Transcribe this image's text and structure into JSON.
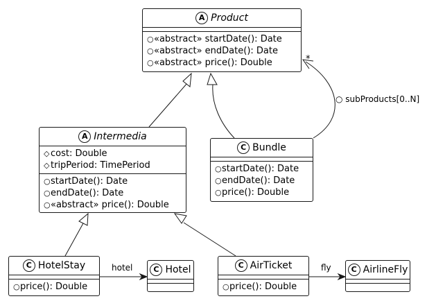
{
  "diagram": {
    "classes": {
      "product": {
        "stereotype_letter": "A",
        "name": "Product",
        "fields": [],
        "methods": [
          {
            "vis": "○",
            "text": "«abstract» startDate(): Date"
          },
          {
            "vis": "○",
            "text": "«abstract» endDate(): Date"
          },
          {
            "vis": "○",
            "text": "«abstract» price(): Double"
          }
        ]
      },
      "intermedia": {
        "stereotype_letter": "A",
        "name": "Intermedia",
        "fields": [
          {
            "vis": "◇",
            "text": "cost: Double"
          },
          {
            "vis": "◇",
            "text": "tripPeriod: TimePeriod"
          }
        ],
        "methods": [
          {
            "vis": "○",
            "text": "startDate(): Date"
          },
          {
            "vis": "○",
            "text": "endDate(): Date"
          },
          {
            "vis": "○",
            "text": "«abstract» price(): Double"
          }
        ]
      },
      "bundle": {
        "stereotype_letter": "C",
        "name": "Bundle",
        "fields": [],
        "methods": [
          {
            "vis": "○",
            "text": "startDate(): Date"
          },
          {
            "vis": "○",
            "text": "endDate(): Date"
          },
          {
            "vis": "○",
            "text": "price(): Double"
          }
        ]
      },
      "hotelstay": {
        "stereotype_letter": "C",
        "name": "HotelStay",
        "fields": [],
        "methods": [
          {
            "vis": "○",
            "text": "price(): Double"
          }
        ]
      },
      "hotel": {
        "stereotype_letter": "C",
        "name": "Hotel",
        "fields": [],
        "methods": []
      },
      "airticket": {
        "stereotype_letter": "C",
        "name": "AirTicket",
        "fields": [],
        "methods": [
          {
            "vis": "○",
            "text": "price(): Double"
          }
        ]
      },
      "airlinefly": {
        "stereotype_letter": "C",
        "name": "AirlineFly",
        "fields": [],
        "methods": []
      }
    },
    "relations": {
      "subproducts_label": "○ subProducts[0..N]",
      "subproducts_multiplicity": "*",
      "hotel_label": "hotel",
      "fly_label": "fly"
    }
  }
}
